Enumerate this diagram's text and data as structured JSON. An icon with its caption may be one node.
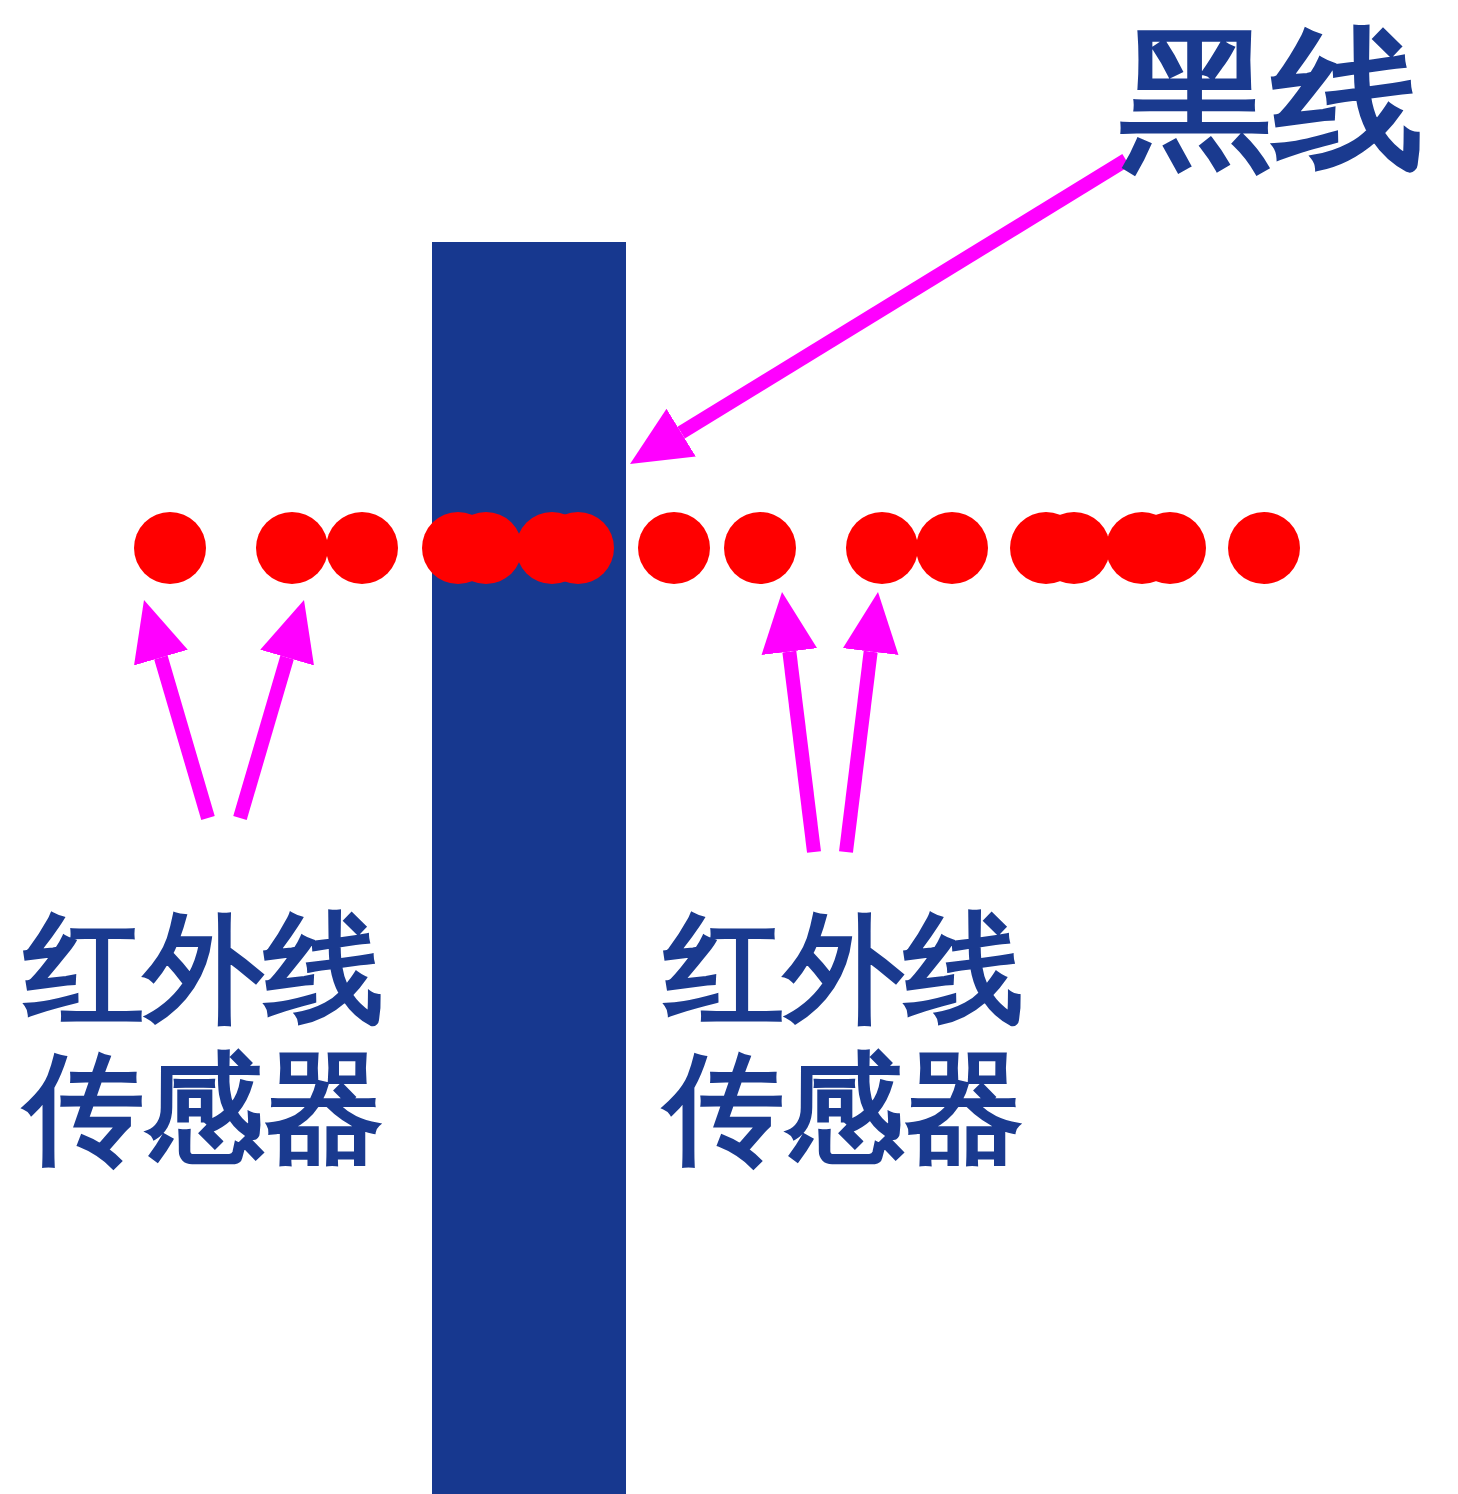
{
  "diagram": {
    "nodes": [
      {
        "text": [
          "黑线"
        ]
      },
      {
        "text": [],
        "shape": "bar"
      },
      {
        "text": [],
        "shape": "circle"
      },
      {
        "text": [],
        "shape": "circle"
      },
      {
        "text": [],
        "shape": "circle"
      },
      {
        "text": [],
        "shape": "circle"
      },
      {
        "text": [],
        "shape": "circle",
        "in": 1
      },
      {
        "text": [],
        "shape": "circle",
        "in": 1
      },
      {
        "text": [],
        "shape": "circle",
        "in": 1
      },
      {
        "text": [],
        "shape": "circle"
      },
      {
        "text": [],
        "shape": "circle"
      },
      {
        "text": [],
        "shape": "circle"
      },
      {
        "text": [],
        "shape": "circle"
      },
      {
        "text": [],
        "shape": "circle"
      },
      {
        "text": [],
        "shape": "circle"
      },
      {
        "text": [],
        "shape": "circle"
      },
      {
        "text": [],
        "shape": "circle"
      },
      {
        "text": [],
        "shape": "circle"
      },
      {
        "text": [
          "红外线传感器"
        ]
      },
      {
        "text": [
          "红外线传感器"
        ]
      }
    ],
    "edges": [
      {
        "from": 0,
        "to": 1,
        "arrow": "to"
      },
      {
        "from": 18,
        "to": 2,
        "arrow": "to"
      },
      {
        "from": 18,
        "to": 3,
        "arrow": "to"
      },
      {
        "from": 19,
        "to": 10,
        "arrow": "to"
      },
      {
        "from": 19,
        "to": 11,
        "arrow": "to"
      }
    ]
  }
}
